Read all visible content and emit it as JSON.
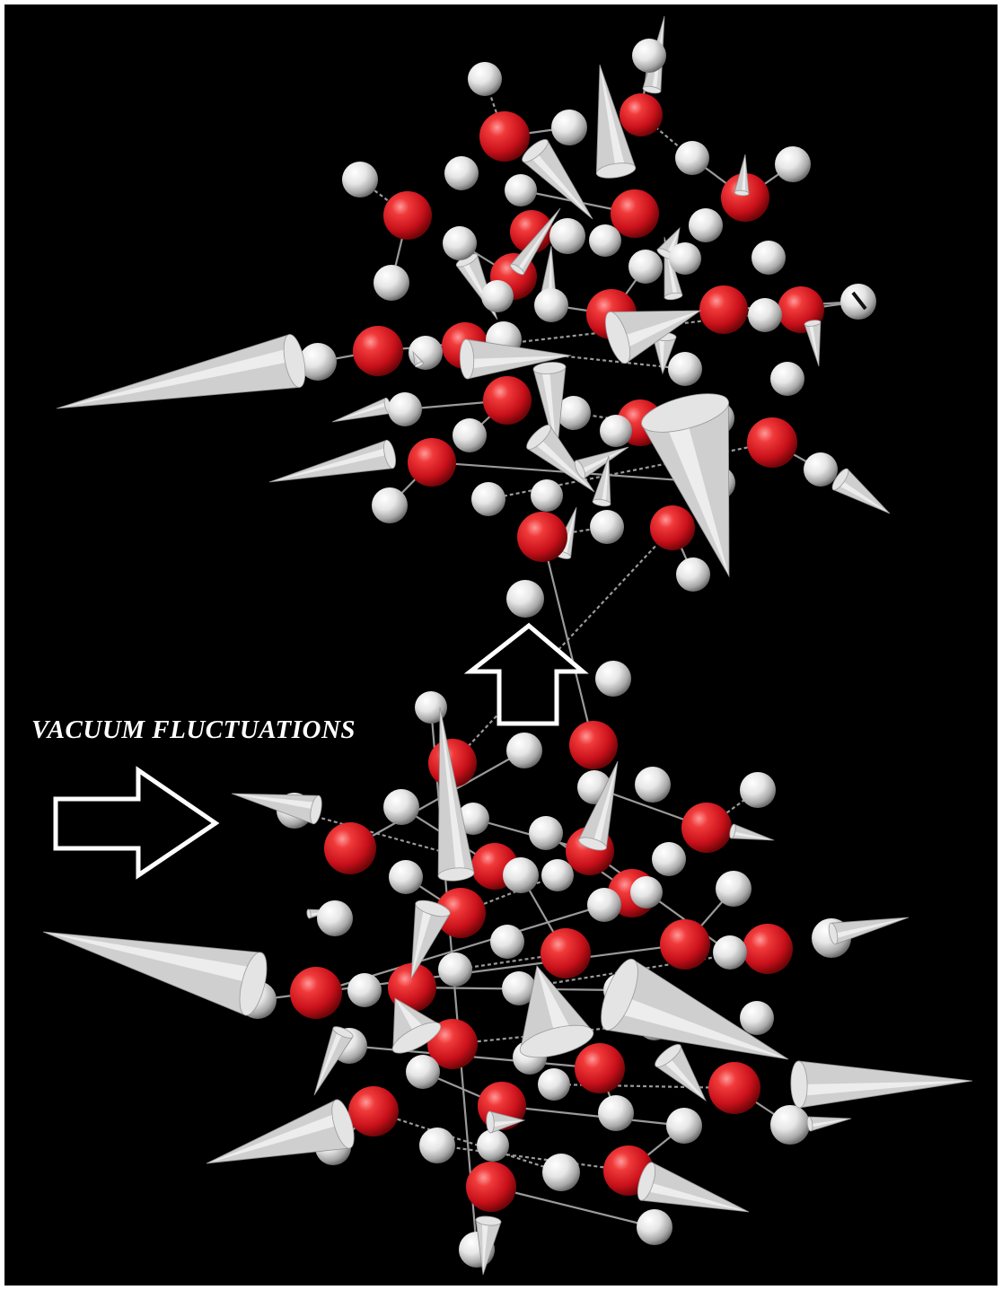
{
  "label": {
    "text": "VACUUM FLUCTUATIONS"
  },
  "colors": {
    "background": "#000000",
    "frame": "#ffffff",
    "oxygen": "#e0191c",
    "hydrogen": "#eeeeee",
    "vector": "#d9d9d9",
    "arrow_outline": "#ffffff"
  },
  "icons": {
    "vacuum_arrow": "hollow-right-arrow-icon",
    "transition_arrow": "hollow-up-arrow-icon"
  },
  "clusters": [
    {
      "name": "upper-water-cluster",
      "atom_types": [
        "oxygen",
        "hydrogen"
      ]
    },
    {
      "name": "lower-water-cluster",
      "atom_types": [
        "oxygen",
        "hydrogen"
      ]
    }
  ]
}
